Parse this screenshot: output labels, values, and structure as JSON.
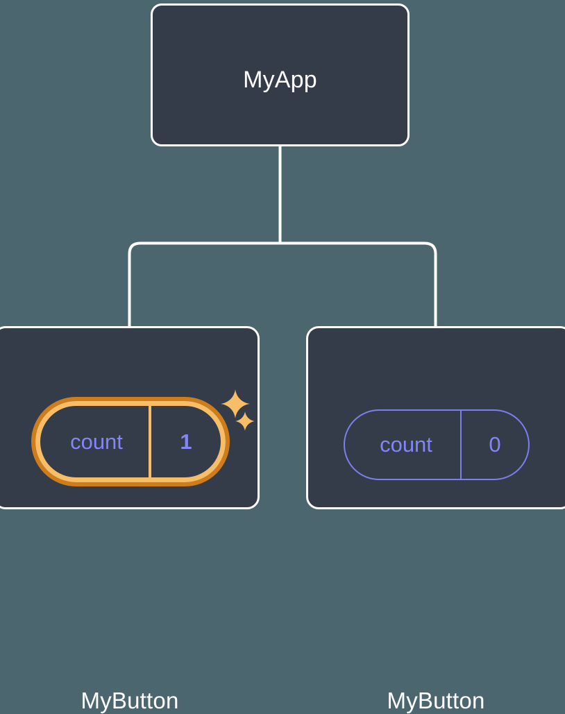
{
  "diagram": {
    "type": "component-tree",
    "background_color": "#4c6670",
    "node_fill_color": "#343b49",
    "node_border_color": "#ffffff",
    "connector_color": "#ffffff",
    "state_color": "#8287f5",
    "highlight_outer_color": "#cf7c1b",
    "highlight_inner_color": "#f8bd67",
    "root": {
      "title": "MyApp"
    },
    "children": [
      {
        "title": "MyButton",
        "state": {
          "key": "count",
          "value": "1"
        },
        "highlighted": true,
        "sparkles": [
          {
            "name": "sparkle-large",
            "size": "large"
          },
          {
            "name": "sparkle-small",
            "size": "small"
          }
        ]
      },
      {
        "title": "MyButton",
        "state": {
          "key": "count",
          "value": "0"
        },
        "highlighted": false
      }
    ]
  }
}
